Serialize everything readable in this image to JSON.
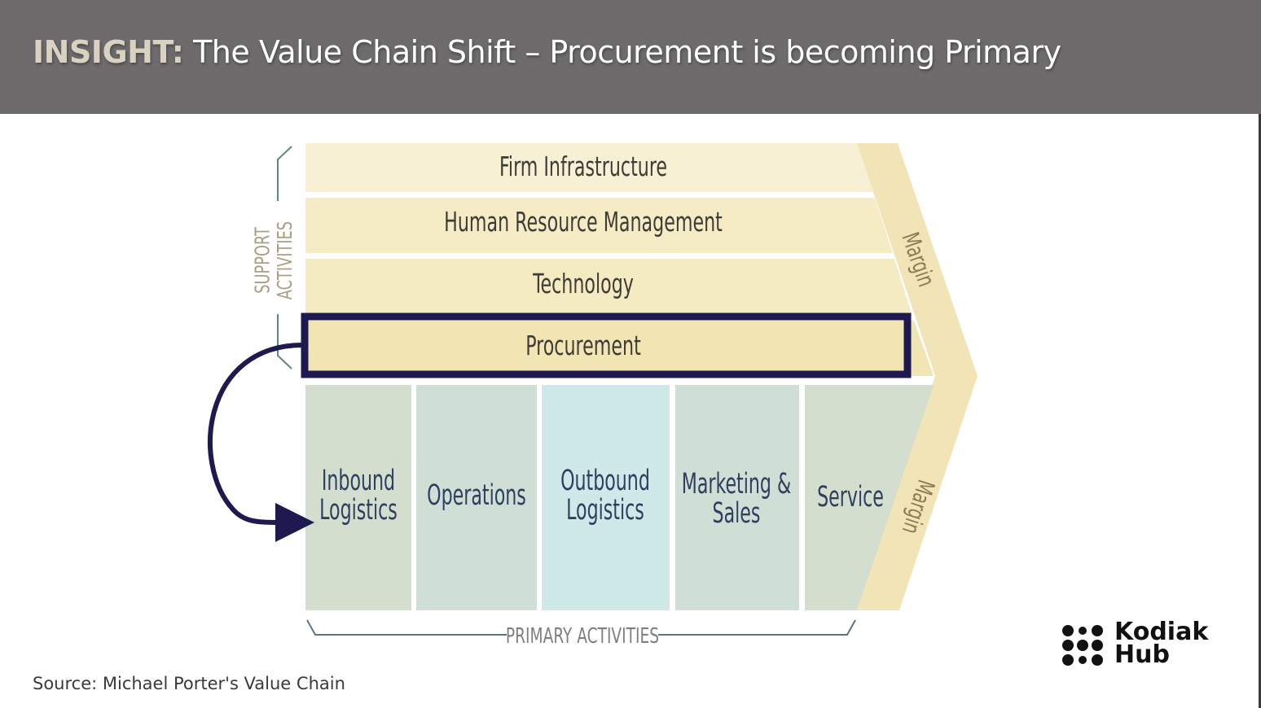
{
  "header": {
    "title_prefix": "INSIGHT:",
    "title_rest": "The Value Chain Shift – Procurement is becoming Primary"
  },
  "diagram": {
    "support_activities_label_line1": "SUPPORT",
    "support_activities_label_line2": "ACTIVITIES",
    "support_rows": [
      "Firm Infrastructure",
      "Human Resource Management",
      "Technology",
      "Procurement"
    ],
    "highlighted_row": "Procurement",
    "primary_columns": [
      [
        "Inbound",
        "Logistics"
      ],
      [
        "Operations"
      ],
      [
        "Outbound",
        "Logistics"
      ],
      [
        "Marketing &",
        "Sales"
      ],
      [
        "Service"
      ]
    ],
    "margin_label_top": "Margin",
    "margin_label_bottom": "Margin",
    "primary_activities_label": "PRIMARY ACTIVITIES",
    "highlight_color": "#1e1a4f"
  },
  "source": "Source: Michael Porter's Value Chain",
  "logo": {
    "line1": "Kodiak",
    "line2": "Hub"
  }
}
